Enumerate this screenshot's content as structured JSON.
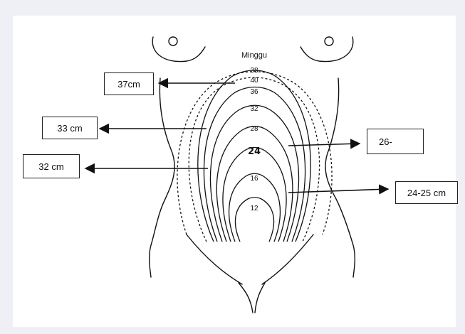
{
  "header_label": "Minggu",
  "weeks": [
    "38",
    "40",
    "36",
    "32",
    "28",
    "24",
    "16",
    "12"
  ],
  "annotations": {
    "left_top": "37cm",
    "left_mid": "33 cm",
    "left_low": "32 cm",
    "right_top": "26-",
    "right_low": "24-25 cm"
  },
  "colors": {
    "line": "#111111",
    "background": "#ffffff",
    "margin": "#eef0f5"
  }
}
